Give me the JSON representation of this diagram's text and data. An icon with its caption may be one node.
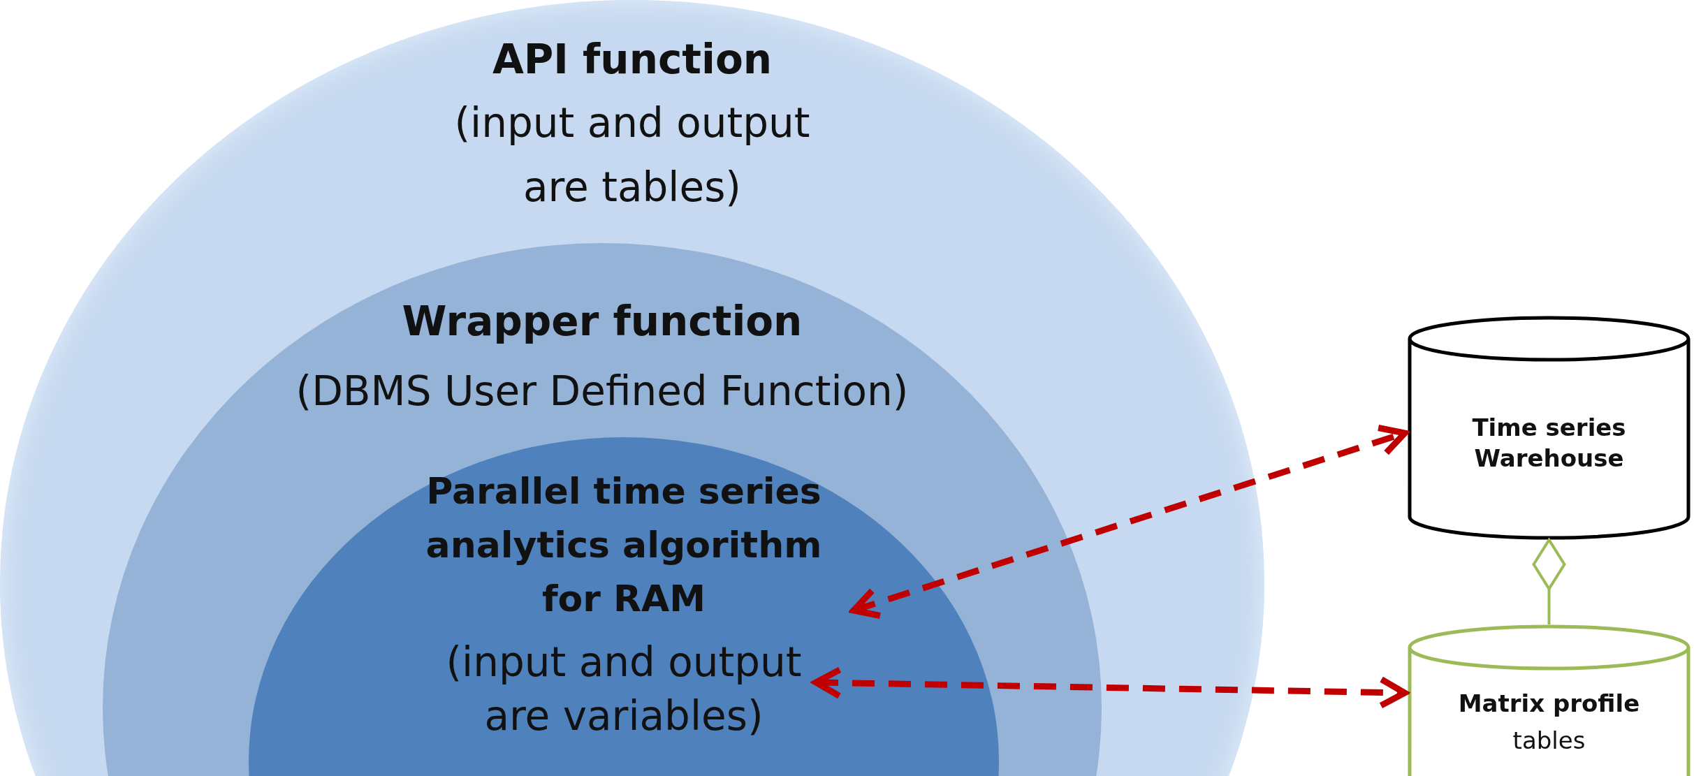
{
  "diagram": {
    "nodes": [
      {
        "text": [
          "API function",
          "(input and output are tables)"
        ]
      },
      {
        "text": [
          "Wrapper function",
          "(DBMS User Defined Function)"
        ],
        "in": 0
      },
      {
        "text": [
          "Parallel time series analytics algorithm for RAM",
          "(input and output are variables)"
        ],
        "in": 1
      },
      {
        "text": [
          "Time series Warehouse"
        ]
      },
      {
        "text": [
          "Matrix profile",
          "tables"
        ]
      }
    ],
    "edges": [
      {
        "from": 2,
        "to": 3,
        "arrow": "both",
        "style": "dashed"
      },
      {
        "from": 2,
        "to": 4,
        "arrow": "both",
        "style": "dashed"
      },
      {
        "from": 3,
        "to": 4,
        "arrow": "other",
        "color": "#9bbb59"
      }
    ]
  }
}
